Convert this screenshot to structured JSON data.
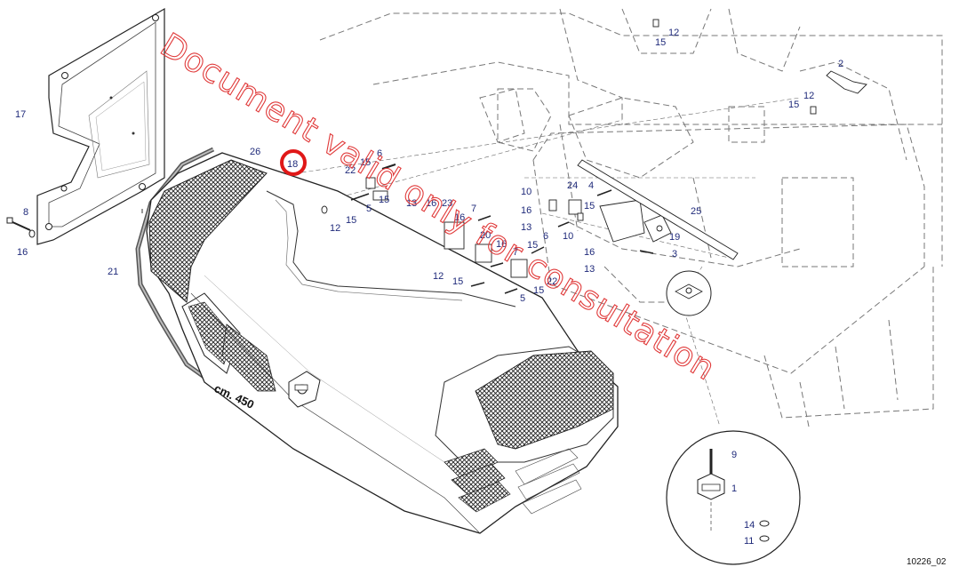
{
  "diagram": {
    "callouts": [
      {
        "id": "c-17-a",
        "text": "17"
      },
      {
        "id": "c-8",
        "text": "8"
      },
      {
        "id": "c-16-a",
        "text": "16"
      },
      {
        "id": "c-21",
        "text": "21"
      },
      {
        "id": "c-26",
        "text": "26"
      },
      {
        "id": "c-18",
        "text": "18"
      },
      {
        "id": "c-6-a",
        "text": "6"
      },
      {
        "id": "c-15-a",
        "text": "15"
      },
      {
        "id": "c-22-a",
        "text": "22"
      },
      {
        "id": "c-5-a",
        "text": "5"
      },
      {
        "id": "c-15-b",
        "text": "15"
      },
      {
        "id": "c-15-c",
        "text": "15"
      },
      {
        "id": "c-12-a",
        "text": "12"
      },
      {
        "id": "c-13-a",
        "text": "13"
      },
      {
        "id": "c-16-b",
        "text": "16"
      },
      {
        "id": "c-23",
        "text": "23"
      },
      {
        "id": "c-7-a",
        "text": "7"
      },
      {
        "id": "c-16-c",
        "text": "16"
      },
      {
        "id": "c-20",
        "text": "20"
      },
      {
        "id": "c-16-d",
        "text": "16"
      },
      {
        "id": "c-7-b",
        "text": "7"
      },
      {
        "id": "c-15-d",
        "text": "15"
      },
      {
        "id": "c-6-b",
        "text": "6"
      },
      {
        "id": "c-12-b",
        "text": "12"
      },
      {
        "id": "c-15-e",
        "text": "15"
      },
      {
        "id": "c-15-f",
        "text": "15"
      },
      {
        "id": "c-5-b",
        "text": "5"
      },
      {
        "id": "c-22-b",
        "text": "22"
      },
      {
        "id": "c-10-a",
        "text": "10"
      },
      {
        "id": "c-24",
        "text": "24"
      },
      {
        "id": "c-4",
        "text": "4"
      },
      {
        "id": "c-16-e",
        "text": "16"
      },
      {
        "id": "c-13-b",
        "text": "13"
      },
      {
        "id": "c-15-g",
        "text": "15"
      },
      {
        "id": "c-10-b",
        "text": "10"
      },
      {
        "id": "c-25",
        "text": "25"
      },
      {
        "id": "c-19",
        "text": "19"
      },
      {
        "id": "c-16-f",
        "text": "16"
      },
      {
        "id": "c-3",
        "text": "3"
      },
      {
        "id": "c-13-c",
        "text": "13"
      },
      {
        "id": "c-12-c",
        "text": "12"
      },
      {
        "id": "c-15-h",
        "text": "15"
      },
      {
        "id": "c-2",
        "text": "2"
      },
      {
        "id": "c-12-d",
        "text": "12"
      },
      {
        "id": "c-15-i",
        "text": "15"
      },
      {
        "id": "c-9",
        "text": "9"
      },
      {
        "id": "c-1",
        "text": "1"
      },
      {
        "id": "c-14",
        "text": "14"
      },
      {
        "id": "c-11",
        "text": "11"
      }
    ],
    "dimension_label": "cm. 450",
    "drawing_number": "10226_02",
    "watermark": "Document valid only for consultation",
    "highlight_color": "#e01818",
    "callout_color": "#1f2a7a",
    "watermark_color": "#e03a3a"
  }
}
